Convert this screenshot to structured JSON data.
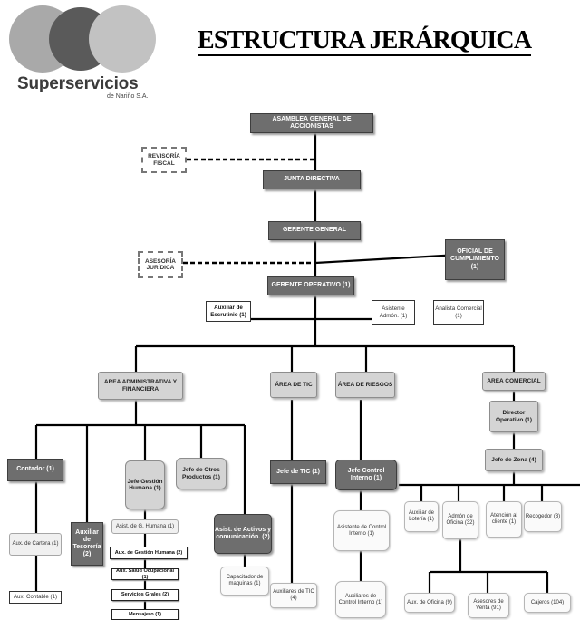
{
  "header": {
    "title": "ESTRUCTURA JERÁRQUICA",
    "logo_name": "Superservicios",
    "logo_sub": "de Nariño S.A."
  },
  "nodes": {
    "asamblea": "ASAMBLEA GENERAL DE ACCIONISTAS",
    "revisoria": "REVISORÍA FISCAL",
    "junta": "JUNTA DIRECTIVA",
    "gerente_general": "GERENTE GENERAL",
    "asesoria": "ASESORÍA JURÍDICA",
    "oficial": "OFICIAL DE CUMPLIMIENTO (1)",
    "gerente_operativo": "GERENTE OPERATIVO (1)",
    "aux_escrutinio": "Auxiliar de Escrutinio (1)",
    "asistente_admon": "Asistente Admón. (1)",
    "analista": "Analista Comercial (1)",
    "area_admin": "AREA ADMINISTRATIVA Y FINANCIERA",
    "area_tic": "ÁREA DE TIC",
    "area_riesgos": "ÁREA DE RIESGOS",
    "area_comercial": "AREA COMERCIAL",
    "contador": "Contador (1)",
    "aux_tesoreria": "Auxiliar de Tesorería (2)",
    "jefe_gh": "Jefe Gestión Humana (1)",
    "jefe_otros": "Jefe de Otros Productos (1)",
    "asist_activos": "Asist. de Activos y comunicación. (2)",
    "aux_cartera": "Aux. de Cartera (1)",
    "aux_contable": "Aux. Contable (1)",
    "asist_gh": "Asist. de G. Humana (1)",
    "aux_gh": "Aux. de Gestión Humana (2)",
    "aux_salud": "Aux. Salud Ocupacional (1)",
    "servicios": "Servicios Grales (2)",
    "mensajero": "Mensajero (1)",
    "capacitador": "Capacitador de maquinas (1)",
    "jefe_tic": "Jefe de TIC (1)",
    "aux_tic": "Auxiliares de TIC (4)",
    "jefe_control": "Jefe Control Interno (1)",
    "asist_control": "Asistente de Control Interno (1)",
    "aux_control": "Auxiliares de Control Interno (1)",
    "director_operativo": "Director Operativo (1)",
    "jefe_zona": "Jefe de Zona (4)",
    "aux_loteria": "Auxiliar de Lotería (1)",
    "admon_oficina": "Admón de Oficina (32)",
    "atencion_cliente": "Atención al cliente (1)",
    "recogedor": "Recogedor (3)",
    "aux_oficina": "Aux. de Oficina (9)",
    "asesores_venta": "Asesores de Venta (91)",
    "cajeros": "Cajeros (104)"
  }
}
